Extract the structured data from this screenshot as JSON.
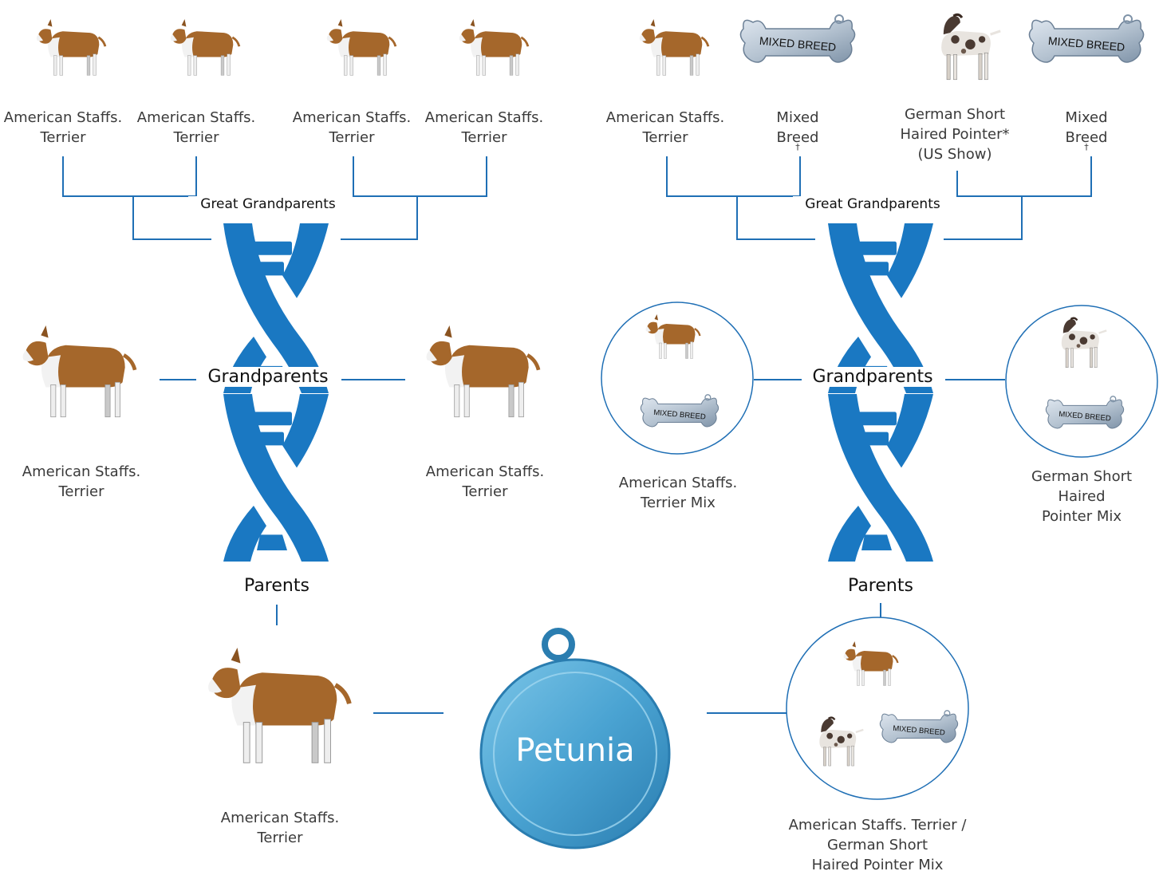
{
  "colors": {
    "line": "#1f6fb5",
    "dna": "#1a78c2",
    "tag": "#4aa3d2",
    "bone": "#a9b7c6"
  },
  "great_grandparents": {
    "left": [
      {
        "lines": [
          "American Staffs.",
          "Terrier"
        ],
        "icon": "terrier-dog"
      },
      {
        "lines": [
          "American Staffs.",
          "Terrier"
        ],
        "icon": "terrier-dog"
      },
      {
        "lines": [
          "American Staffs.",
          "Terrier"
        ],
        "icon": "terrier-dog"
      },
      {
        "lines": [
          "American Staffs.",
          "Terrier"
        ],
        "icon": "terrier-dog"
      }
    ],
    "right": [
      {
        "lines": [
          "American Staffs.",
          "Terrier"
        ],
        "icon": "terrier-dog"
      },
      {
        "lines": [
          "Mixed",
          "Breed"
        ],
        "sup": "†",
        "icon": "mixed-breed-bone"
      },
      {
        "lines": [
          "German Short",
          "Haired Pointer*",
          "(US Show)"
        ],
        "icon": "pointer-dog"
      },
      {
        "lines": [
          "Mixed",
          "Breed"
        ],
        "sup": "†",
        "icon": "mixed-breed-bone"
      }
    ],
    "bone_text": "MIXED BREED"
  },
  "stage_labels": {
    "great_grandparents": "Great Grandparents",
    "grandparents": "Grandparents",
    "parents": "Parents"
  },
  "grandparents": {
    "left_a": [
      "American Staffs.",
      "Terrier"
    ],
    "left_b": [
      "American Staffs.",
      "Terrier"
    ],
    "right_a": [
      "American Staffs.",
      "Terrier Mix"
    ],
    "right_b": [
      "German Short",
      "Haired",
      "Pointer Mix"
    ]
  },
  "parents": {
    "left": [
      "American Staffs.",
      "Terrier"
    ],
    "right": [
      "American Staffs. Terrier /",
      "German Short",
      "Haired Pointer Mix"
    ]
  },
  "pet_name": "Petunia"
}
